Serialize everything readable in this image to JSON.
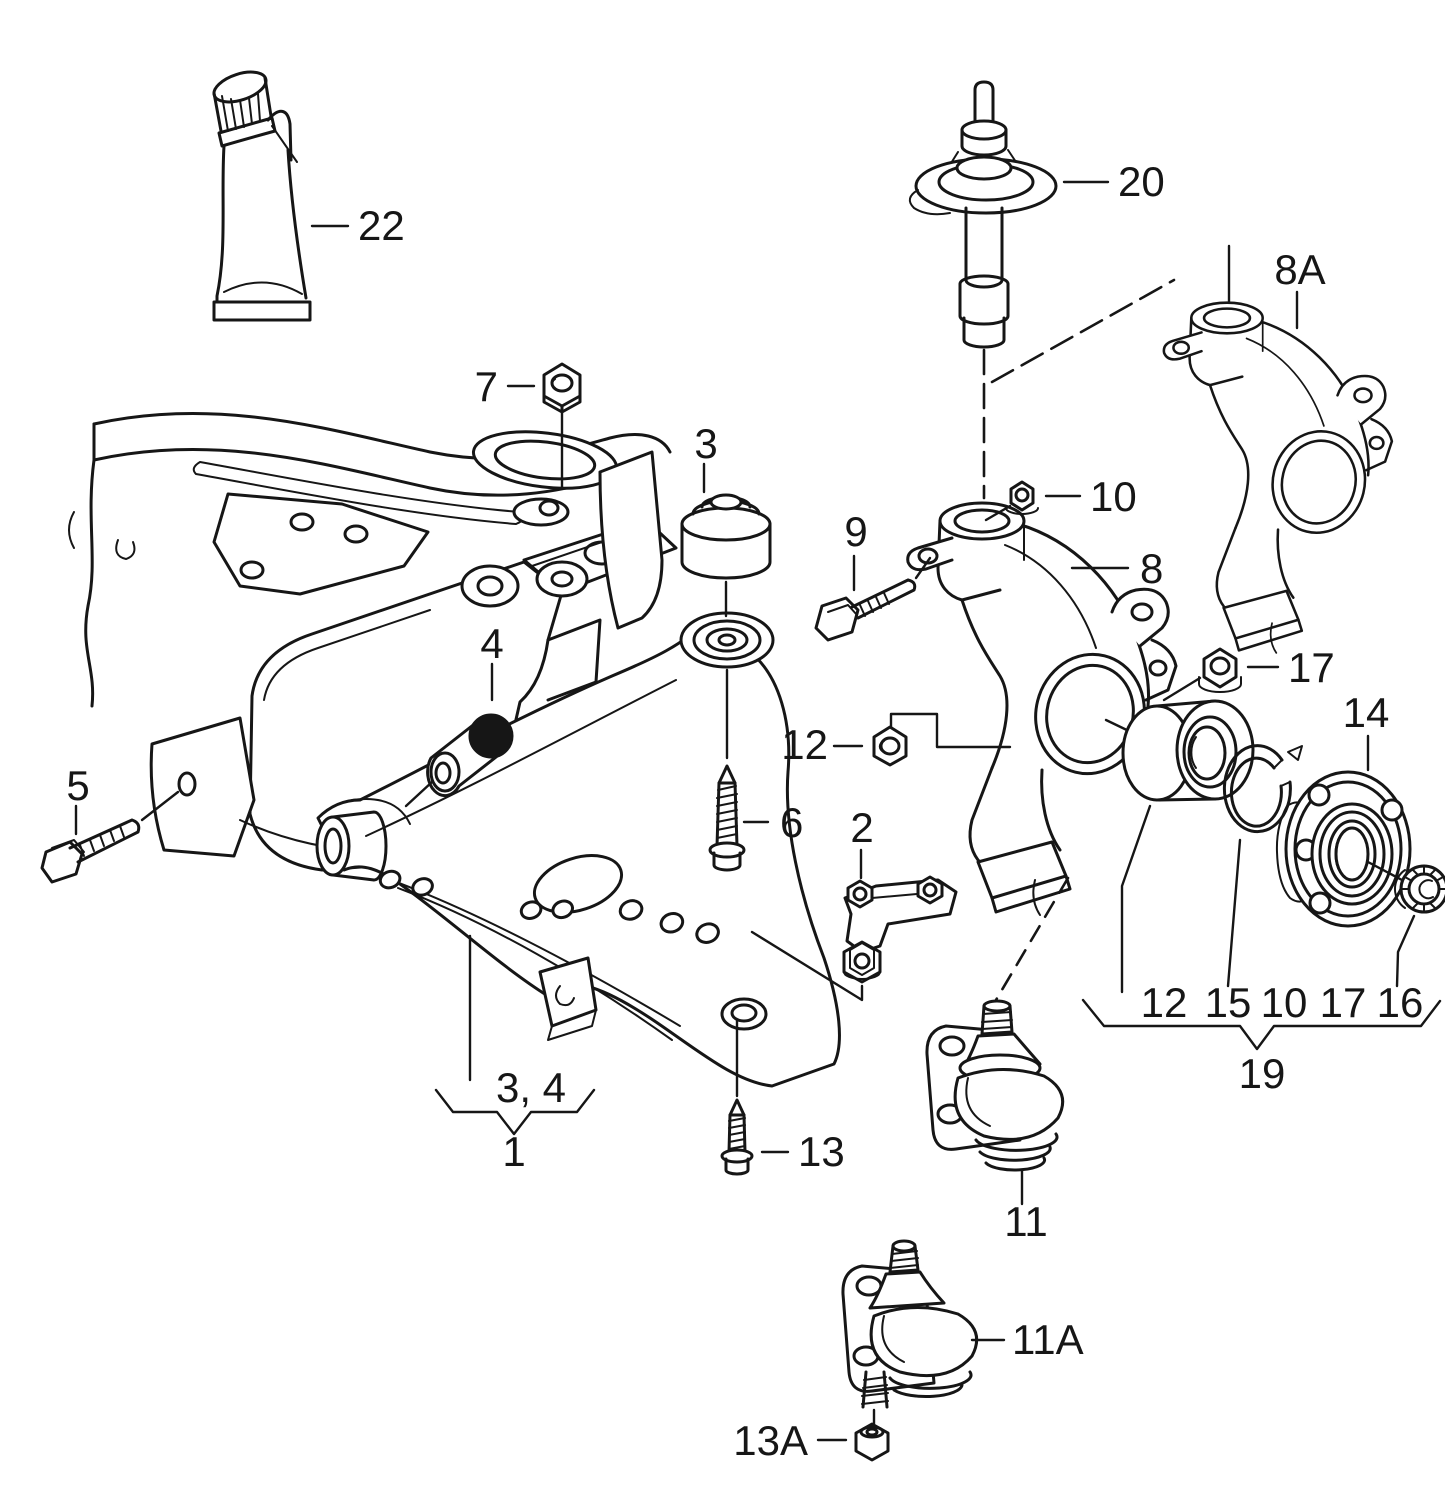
{
  "diagram": {
    "type": "exploded-parts-diagram",
    "subject": "front suspension / control arm / wheel bearing housing",
    "palette": {
      "ink": "#161616",
      "paper": "#ffffff"
    },
    "labels": {
      "n1": "1",
      "n2": "2",
      "n3": "3",
      "n34": "3, 4",
      "n4": "4",
      "n5": "5",
      "n6": "6",
      "n7": "7",
      "n8": "8",
      "n8a": "8A",
      "n9": "9",
      "n10": "10",
      "n11": "11",
      "n11a": "11A",
      "n12": "12",
      "n13": "13",
      "n13a": "13A",
      "n14": "14",
      "n17": "17",
      "n19": "19",
      "n20": "20",
      "n22": "22",
      "row": [
        "12",
        "15",
        "10",
        "17",
        "16"
      ]
    }
  }
}
